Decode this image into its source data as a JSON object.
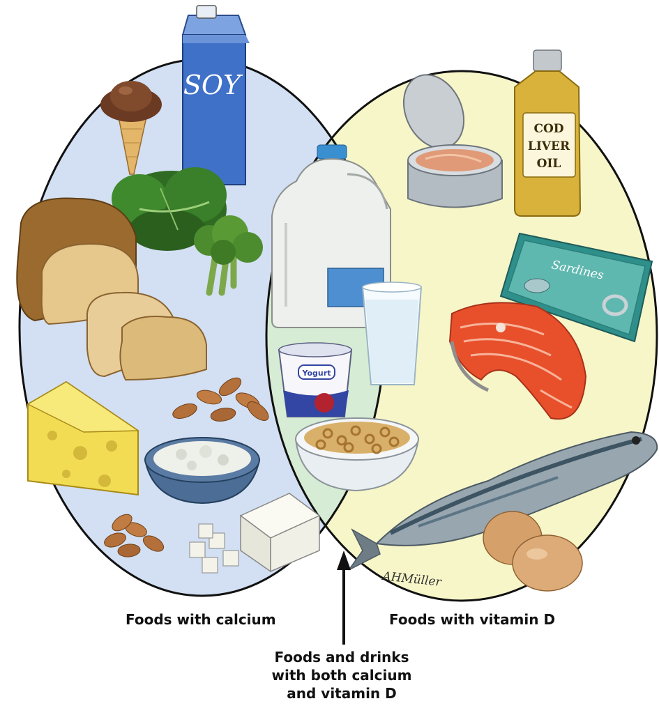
{
  "labels": {
    "calcium": "Foods with calcium",
    "vitamin_d": "Foods with vitamin D",
    "both_line1": "Foods and drinks",
    "both_line2": "with both calcium",
    "both_line3": "and vitamin D"
  },
  "illustration_text": {
    "soy_carton": "SOY",
    "cod_liver_oil_line1": "COD",
    "cod_liver_oil_line2": "LIVER",
    "cod_liver_oil_line3": "OIL",
    "sardines_tin": "Sardines",
    "yogurt_cup": "Yogurt",
    "signature": "AHMüller"
  },
  "colors": {
    "calcium_region": "#d3dff2",
    "vitamin_d_region": "#f7f6c8",
    "overlap_region": "#d6ecd4",
    "outline": "#111111"
  },
  "foods": {
    "calcium_only": [
      "soy milk",
      "ice cream cone",
      "kale",
      "broccoli",
      "bread",
      "cheese",
      "almonds",
      "cottage cheese",
      "tofu"
    ],
    "both": [
      "milk jug",
      "glass of milk",
      "yogurt",
      "cereal"
    ],
    "vitamin_d_only": [
      "canned tuna",
      "cod liver oil",
      "sardines",
      "salmon steak",
      "mackerel",
      "eggs"
    ]
  }
}
